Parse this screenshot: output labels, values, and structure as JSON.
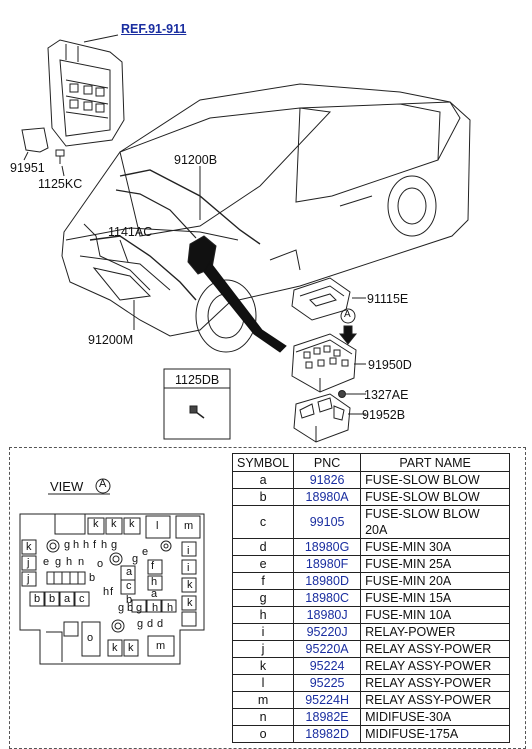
{
  "ref_link": "REF.91-911",
  "callouts": {
    "c91951": "91951",
    "c1125KC": "1125KC",
    "c91200B": "91200B",
    "c1141AC": "1141AC",
    "c91200M": "91200M",
    "c91115E": "91115E",
    "c91950D": "91950D",
    "c1327AE": "1327AE",
    "c91952B": "91952B",
    "arrow_mark": "A"
  },
  "inset_box_label": "1125DB",
  "view": {
    "label": "VIEW",
    "mark": "A"
  },
  "fuse_box_letters": {
    "top": [
      "k",
      "k",
      "k",
      "l",
      "m"
    ],
    "k_left": "k",
    "row_ghhh": [
      "g",
      "h",
      "h",
      "f",
      "h",
      "g"
    ],
    "e": "e",
    "i_right": "i",
    "j_left": "j",
    "ghn": [
      "e",
      "g",
      "h",
      "n"
    ],
    "o_row": [
      "o",
      "g",
      "f",
      "a"
    ],
    "i_right2": "i",
    "j_left2": "j",
    "bb": "b",
    "h_mid": "h",
    "c_mid": "c",
    "k_right": "k",
    "b_mid": "b",
    "bbac": [
      "b",
      "b",
      "a",
      "c"
    ],
    "h_mid2": "h",
    "f_mid": "f",
    "b_mid2": "b",
    "a_mid": "a",
    "gbhh": [
      "g",
      "b",
      "g",
      "h",
      "h"
    ],
    "k_right2": "k",
    "d_row": [
      "g",
      "d",
      "d"
    ],
    "o_bottom": "o",
    "bottom_k": [
      "k",
      "k"
    ],
    "bottom_m": "m"
  },
  "table": {
    "headers": [
      "SYMBOL",
      "PNC",
      "PART NAME"
    ],
    "rows": [
      {
        "symbol": "a",
        "pnc": "91826",
        "name": "FUSE-SLOW BLOW"
      },
      {
        "symbol": "b",
        "pnc": "18980A",
        "name": "FUSE-SLOW BLOW"
      },
      {
        "symbol": "c",
        "pnc": "99105",
        "name": "FUSE-SLOW BLOW 20A"
      },
      {
        "symbol": "d",
        "pnc": "18980G",
        "name": "FUSE-MIN 30A"
      },
      {
        "symbol": "e",
        "pnc": "18980F",
        "name": "FUSE-MIN 25A"
      },
      {
        "symbol": "f",
        "pnc": "18980D",
        "name": "FUSE-MIN 20A"
      },
      {
        "symbol": "g",
        "pnc": "18980C",
        "name": "FUSE-MIN 15A"
      },
      {
        "symbol": "h",
        "pnc": "18980J",
        "name": "FUSE-MIN 10A"
      },
      {
        "symbol": "i",
        "pnc": "95220J",
        "name": "RELAY-POWER"
      },
      {
        "symbol": "j",
        "pnc": "95220A",
        "name": "RELAY ASSY-POWER"
      },
      {
        "symbol": "k",
        "pnc": "95224",
        "name": "RELAY ASSY-POWER"
      },
      {
        "symbol": "l",
        "pnc": "95225",
        "name": "RELAY ASSY-POWER"
      },
      {
        "symbol": "m",
        "pnc": "95224H",
        "name": "RELAY ASSY-POWER"
      },
      {
        "symbol": "n",
        "pnc": "18982E",
        "name": "MIDIFUSE-30A"
      },
      {
        "symbol": "o",
        "pnc": "18982D",
        "name": "MIDIFUSE-175A"
      }
    ]
  }
}
